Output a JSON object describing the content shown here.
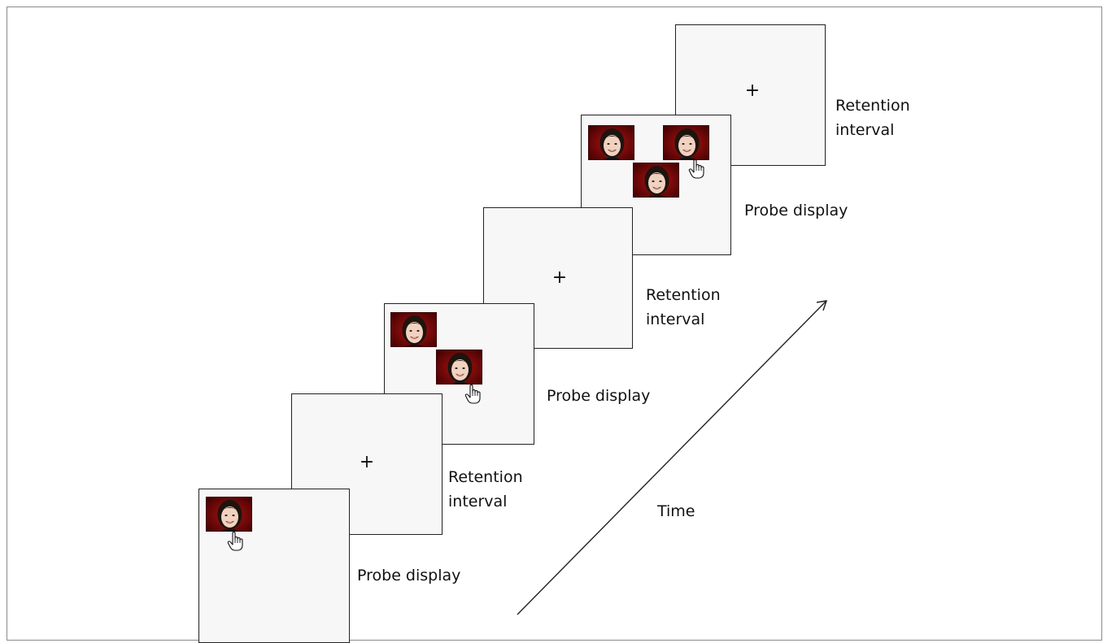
{
  "labels": {
    "probe_display": "Probe display",
    "retention_line1": "Retention",
    "retention_line2": "interval",
    "fixation": "+",
    "time": "Time"
  },
  "stimulus": {
    "face_icon": "face-photo-icon",
    "cursor_icon": "pointing-hand-cursor-icon",
    "background_color": "#8b0a0a"
  }
}
